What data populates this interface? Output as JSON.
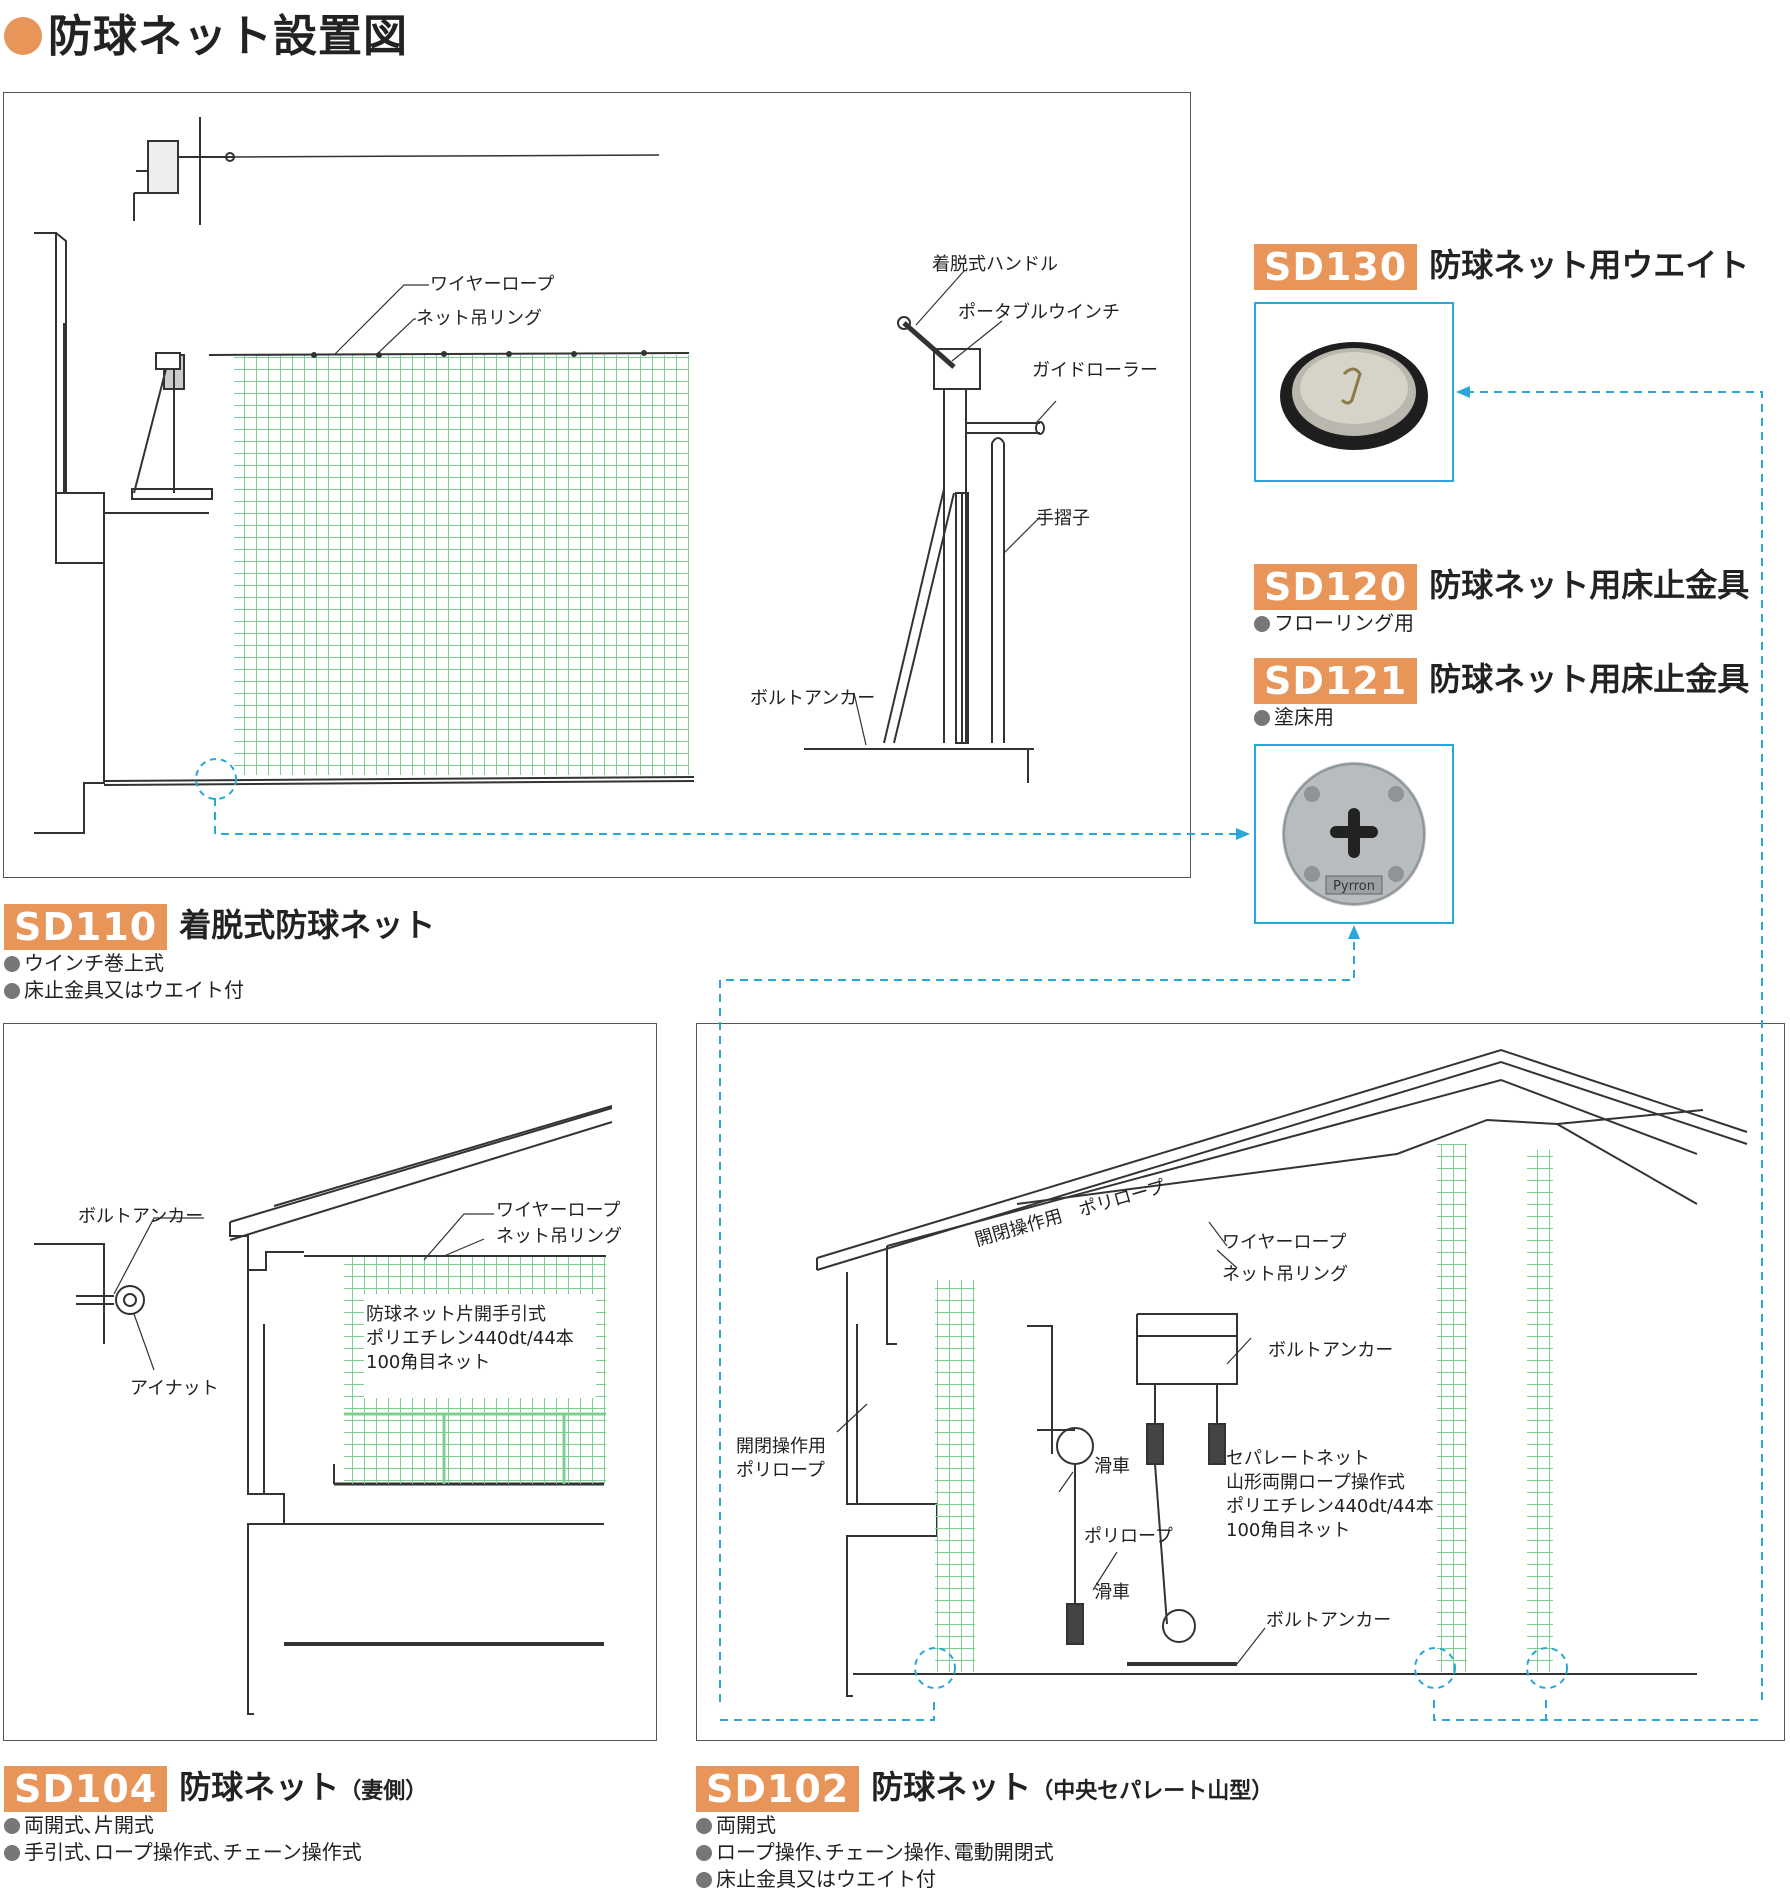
{
  "page": {
    "title": "防球ネット設置図"
  },
  "accent_color": "#e8955a",
  "link_color": "#2aa7d8",
  "net_color": "#7ccf8e",
  "sd110": {
    "code": "SD110",
    "name": "着脱式防球ネット",
    "bullets": [
      "ウインチ巻上式",
      "床止金具又はウエイト付"
    ],
    "labels": {
      "wire_rope": "ワイヤーロープ",
      "net_ring": "ネット吊リング",
      "handle": "着脱式ハンドル",
      "winch": "ポータブルウインチ",
      "guide_roller": "ガイドローラー",
      "handrail": "手摺子",
      "bolt_anchor": "ボルトアンカー"
    }
  },
  "sd130": {
    "code": "SD130",
    "name": "防球ネット用ウエイト"
  },
  "sd120": {
    "code": "SD120",
    "name": "防球ネット用床止金具",
    "bullet": "フローリング用"
  },
  "sd121": {
    "code": "SD121",
    "name": "防球ネット用床止金具",
    "bullet": "塗床用"
  },
  "sd104": {
    "code": "SD104",
    "name": "防球ネット",
    "sub": "（妻側）",
    "bullets": [
      "両開式､片開式",
      "手引式､ロープ操作式､チェーン操作式"
    ],
    "labels": {
      "bolt_anchor": "ボルトアンカー",
      "eye_nut": "アイナット",
      "wire_rope": "ワイヤーロープ",
      "net_ring": "ネット吊リング",
      "spec": [
        "防球ネット片開手引式",
        "ポリエチレン440dt/44本",
        "100角目ネット"
      ]
    }
  },
  "sd102": {
    "code": "SD102",
    "name": "防球ネット",
    "sub": "（中央セパレート山型）",
    "bullets": [
      "両開式",
      "ロープ操作､チェーン操作､電動開閉式",
      "床止金具又はウエイト付"
    ],
    "labels": {
      "rope_label_top": "開閉操作用　ポリロープ",
      "wire_rope": "ワイヤーロープ",
      "net_ring": "ネット吊リング",
      "bolt_anchor": "ボルトアンカー",
      "open_close_rope": [
        "開閉操作用",
        "ポリロープ"
      ],
      "pulley": "滑車",
      "poly_rope": "ポリロープ",
      "separate_net": [
        "セパレートネット",
        "山形両開ロープ操作式",
        "ポリエチレン440dt/44本",
        "100角目ネット"
      ]
    }
  },
  "plate_text": "Pyrron"
}
